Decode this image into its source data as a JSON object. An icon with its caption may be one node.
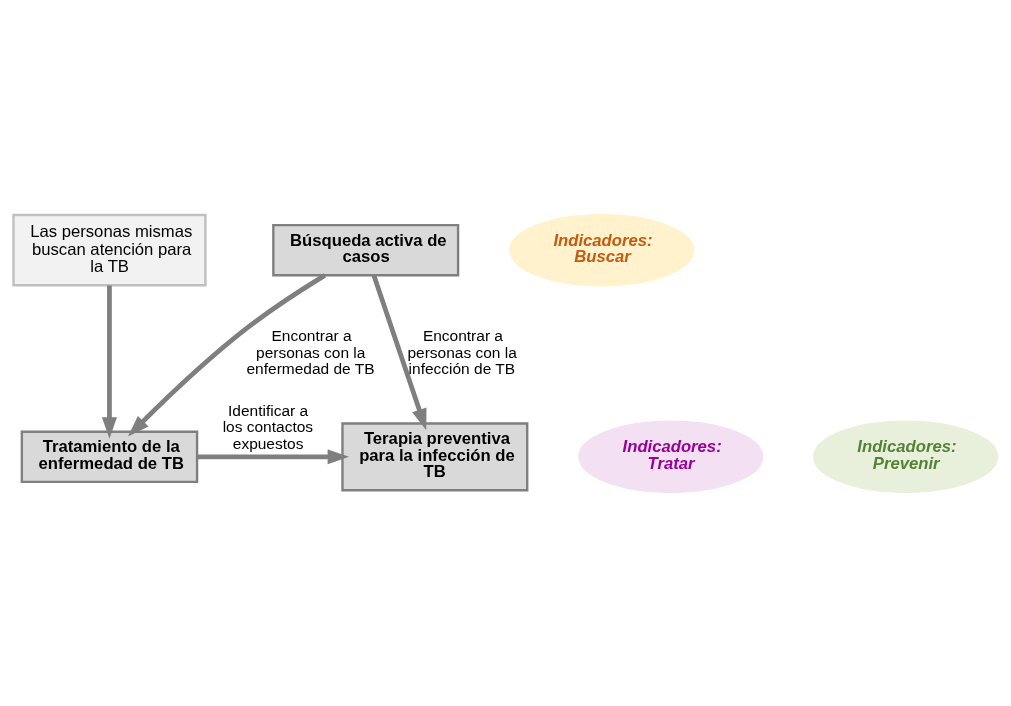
{
  "diagram": {
    "nodes": [
      {
        "text": [
          "Las personas mismas buscan atención para la TB"
        ]
      },
      {
        "text": [
          "Búsqueda activa de casos"
        ]
      },
      {
        "text": [
          "Tratamiento de la enfermedad de TB"
        ]
      },
      {
        "text": [
          "Terapia preventiva para la infección de TB"
        ]
      },
      {
        "text": [
          "Indicadores: Tratar"
        ]
      },
      {
        "text": [
          "Indicadores: Buscar"
        ]
      },
      {
        "text": [
          "Indicadores: Prevenir"
        ]
      }
    ],
    "edges": [
      {
        "from": 0,
        "to": 2,
        "arrow": "to"
      },
      {
        "from": 1,
        "to": 2,
        "arrow": "to",
        "label": "Encontrar a personas con la enfermedad de TB"
      },
      {
        "from": 1,
        "to": 3,
        "arrow": "to",
        "label": "Encontrar a personas con la infección de TB"
      },
      {
        "from": 2,
        "to": 3,
        "arrow": "to",
        "label": "Identificar a los contactos expuestos"
      }
    ]
  }
}
